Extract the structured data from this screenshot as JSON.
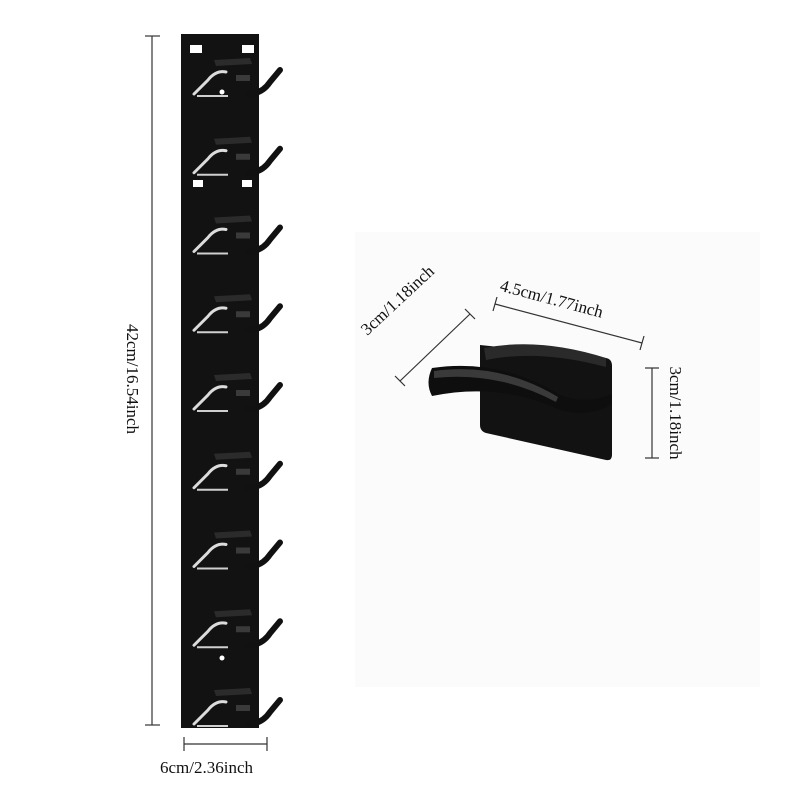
{
  "rack": {
    "height_label": "42cm/16.54inch",
    "width_label": "6cm/2.36inch",
    "hook_count": 9,
    "color": "#111111"
  },
  "single_hook": {
    "depth_label": "3cm/1.18inch",
    "width_label": "4.5cm/1.77inch",
    "height_label": "3cm/1.18inch",
    "color": "#141414"
  }
}
